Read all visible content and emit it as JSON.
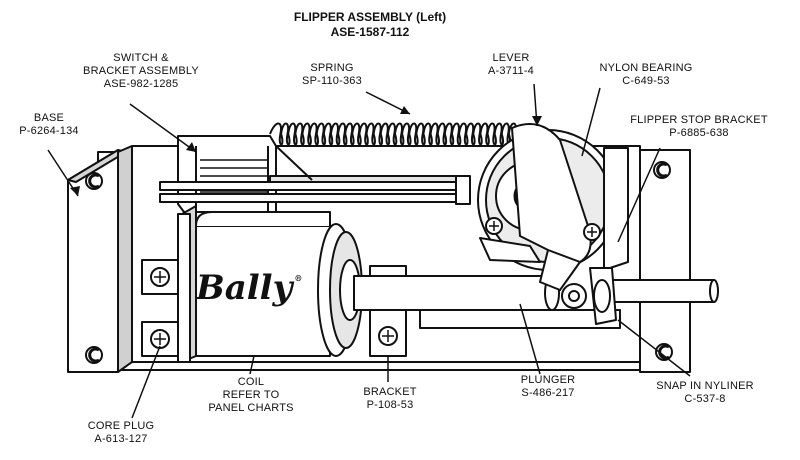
{
  "title": {
    "line1": "FLIPPER ASSEMBLY (Left)",
    "line2": "ASE-1587-112"
  },
  "brand": {
    "logo": "Bally",
    "mark": "®"
  },
  "labels": {
    "switch": {
      "name1": "SWITCH &",
      "name2": "BRACKET ASSEMBLY",
      "part": "ASE-982-1285"
    },
    "base": {
      "name": "BASE",
      "part": "P-6264-134"
    },
    "spring": {
      "name": "SPRING",
      "part": "SP-110-363"
    },
    "lever": {
      "name": "LEVER",
      "part": "A-3711-4"
    },
    "nylon": {
      "name": "NYLON BEARING",
      "part": "C-649-53"
    },
    "stop": {
      "name": "FLIPPER STOP BRACKET",
      "part": "P-6885-638"
    },
    "coil": {
      "name1": "COIL",
      "name2": "REFER TO",
      "name3": "PANEL CHARTS"
    },
    "bracket": {
      "name": "BRACKET",
      "part": "P-108-53"
    },
    "plunger": {
      "name": "PLUNGER",
      "part": "S-486-217"
    },
    "snap": {
      "name": "SNAP IN NYLINER",
      "part": "C-537-8"
    },
    "coreplug": {
      "name": "CORE PLUG",
      "part": "A-613-127"
    }
  },
  "colors": {
    "ink": "#111111",
    "paper": "#ffffff",
    "shade": "#c8c8c8",
    "light": "#ececec"
  }
}
